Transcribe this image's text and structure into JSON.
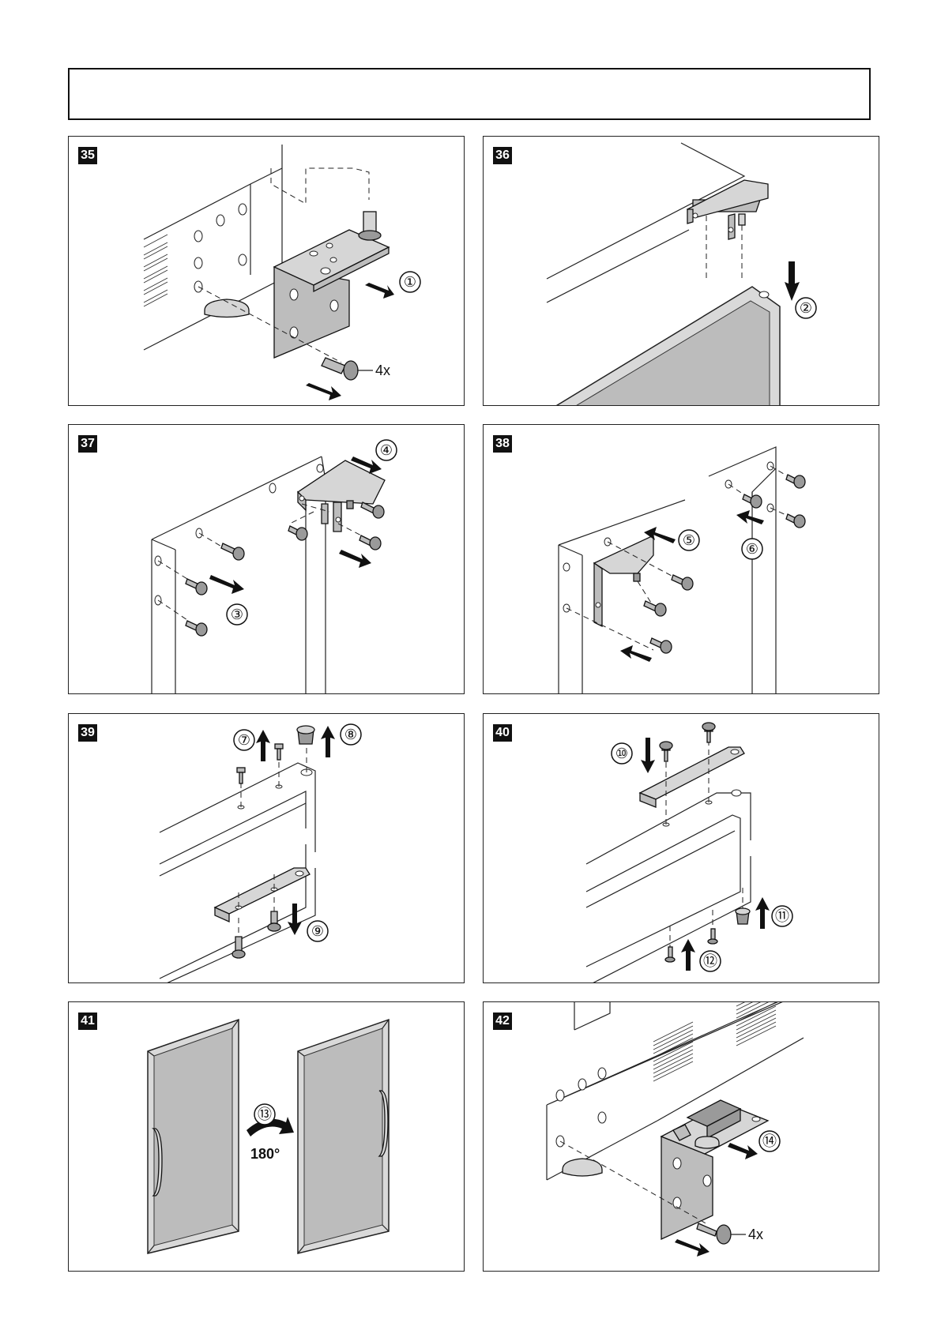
{
  "steps": [
    {
      "number": "35",
      "callouts": [
        "①",
        "4x"
      ]
    },
    {
      "number": "36",
      "callouts": [
        "②"
      ]
    },
    {
      "number": "37",
      "callouts": [
        "④",
        "③"
      ]
    },
    {
      "number": "38",
      "callouts": [
        "⑤",
        "⑥"
      ]
    },
    {
      "number": "39",
      "callouts": [
        "⑦",
        "⑧",
        "⑨"
      ]
    },
    {
      "number": "40",
      "callouts": [
        "⑩",
        "⑪",
        "⑫"
      ]
    },
    {
      "number": "41",
      "callouts": [
        "⑬",
        "180°"
      ]
    },
    {
      "number": "42",
      "callouts": [
        "⑭",
        "4x"
      ]
    }
  ]
}
